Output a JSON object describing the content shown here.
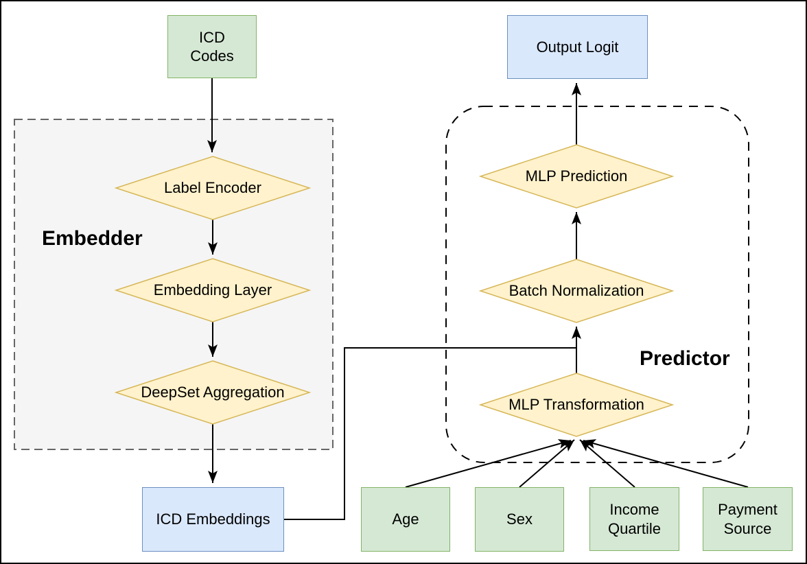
{
  "diagram": {
    "nodes": {
      "icd_codes": {
        "label": "ICD Codes",
        "shape": "rect",
        "color": "green"
      },
      "label_encoder": {
        "label": "Label Encoder",
        "shape": "diamond",
        "color": "yellow"
      },
      "embedding_layer": {
        "label": "Embedding Layer",
        "shape": "diamond",
        "color": "yellow"
      },
      "deepset_aggregation": {
        "label": "DeepSet Aggregation",
        "shape": "diamond",
        "color": "yellow"
      },
      "icd_embeddings": {
        "label": "ICD Embeddings",
        "shape": "rect",
        "color": "blue"
      },
      "output_logit": {
        "label": "Output Logit",
        "shape": "rect",
        "color": "blue"
      },
      "mlp_prediction": {
        "label": "MLP Prediction",
        "shape": "diamond",
        "color": "yellow"
      },
      "batch_normalization": {
        "label": "Batch Normalization",
        "shape": "diamond",
        "color": "yellow"
      },
      "mlp_transformation": {
        "label": "MLP Transformation",
        "shape": "diamond",
        "color": "yellow"
      },
      "age": {
        "label": "Age",
        "shape": "rect",
        "color": "green"
      },
      "sex": {
        "label": "Sex",
        "shape": "rect",
        "color": "green"
      },
      "income_quartile": {
        "label": "Income Quartile",
        "shape": "rect",
        "color": "green"
      },
      "payment_source": {
        "label": "Payment Source",
        "shape": "rect",
        "color": "green"
      }
    },
    "groups": {
      "embedder": {
        "label": "Embedder",
        "style": "gray dashed rectangle"
      },
      "predictor": {
        "label": "Predictor",
        "style": "dashed rounded rectangle"
      }
    },
    "edges": [
      {
        "from": "ICD Codes",
        "to": "Label Encoder",
        "arrow": true
      },
      {
        "from": "Label Encoder",
        "to": "Embedding Layer",
        "arrow": true
      },
      {
        "from": "Embedding Layer",
        "to": "DeepSet Aggregation",
        "arrow": true
      },
      {
        "from": "DeepSet Aggregation",
        "to": "ICD Embeddings",
        "arrow": true
      },
      {
        "from": "ICD Embeddings",
        "to": "MLP Transformation to Batch Normalization arrow (elbow junction)",
        "arrow": false
      },
      {
        "from": "MLP Transformation",
        "to": "Batch Normalization",
        "arrow": true
      },
      {
        "from": "Batch Normalization",
        "to": "MLP Prediction",
        "arrow": true
      },
      {
        "from": "MLP Prediction",
        "to": "Output Logit",
        "arrow": true
      },
      {
        "from": "Age",
        "to": "MLP Transformation",
        "arrow": true
      },
      {
        "from": "Sex",
        "to": "MLP Transformation",
        "arrow": true
      },
      {
        "from": "Income Quartile",
        "to": "MLP Transformation",
        "arrow": true
      },
      {
        "from": "Payment Source",
        "to": "MLP Transformation",
        "arrow": true
      }
    ],
    "colors": {
      "green_fill": "#d5e8d4",
      "green_border": "#82b366",
      "blue_fill": "#dae8fc",
      "blue_border": "#6c8ebf",
      "yellow_fill": "#fff2cc",
      "yellow_border": "#d6b656",
      "gray_fill": "#f5f5f5",
      "gray_border": "#666666",
      "line": "#000000",
      "background": "#ffffff",
      "frame": "#000000"
    }
  }
}
